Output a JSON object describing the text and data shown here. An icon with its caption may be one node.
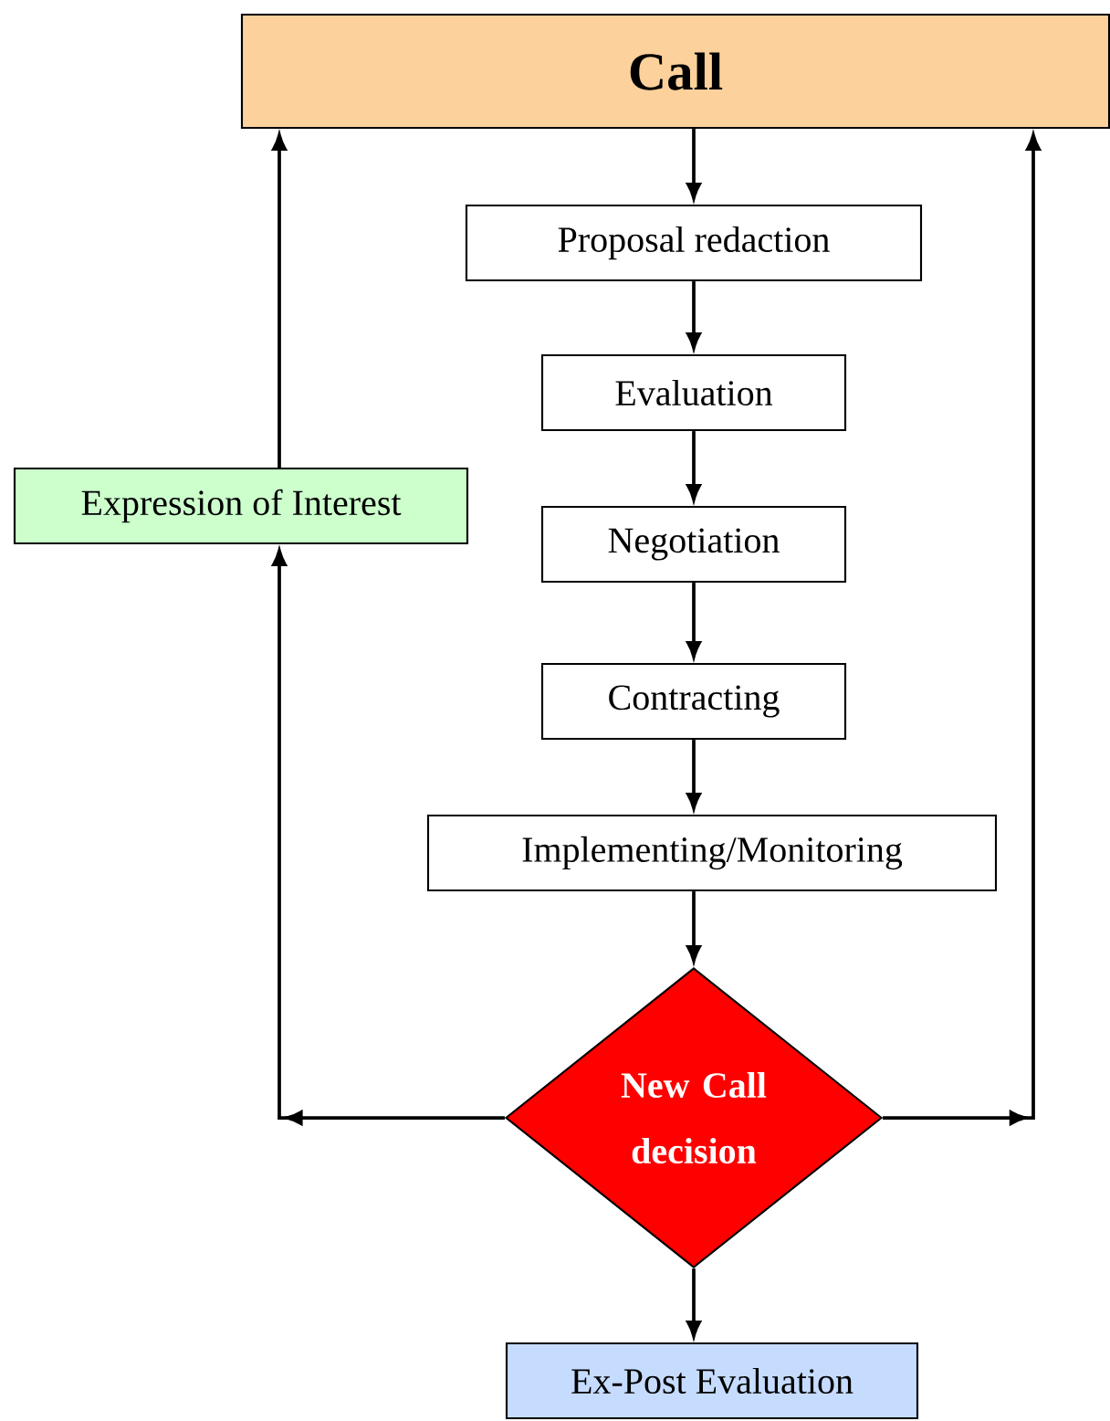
{
  "diagram": {
    "nodes": [
      {
        "text": [
          "Call"
        ]
      },
      {
        "text": [
          "Proposal redaction"
        ]
      },
      {
        "text": [
          "Evaluation"
        ]
      },
      {
        "text": [
          "Expression of Interest"
        ]
      },
      {
        "text": [
          "Negotiation"
        ]
      },
      {
        "text": [
          "Contracting"
        ]
      },
      {
        "text": [
          "Implementing/Monitoring"
        ]
      },
      {
        "text": [
          "New Call decision"
        ]
      },
      {
        "text": [
          "Ex-Post Evaluation"
        ]
      }
    ],
    "edges": [
      {
        "from": 0,
        "to": 1,
        "arrow": "to"
      },
      {
        "from": 1,
        "to": 2,
        "arrow": "to"
      },
      {
        "from": 2,
        "to": 4,
        "arrow": "to"
      },
      {
        "from": 4,
        "to": 5,
        "arrow": "to"
      },
      {
        "from": 5,
        "to": 6,
        "arrow": "to"
      },
      {
        "from": 6,
        "to": 7,
        "arrow": "to"
      },
      {
        "from": 7,
        "to": 8,
        "arrow": "to"
      },
      {
        "from": 7,
        "to": 3,
        "arrow": "to"
      },
      {
        "from": 3,
        "to": 0,
        "arrow": "to"
      },
      {
        "from": 7,
        "to": 0,
        "arrow": "to"
      }
    ]
  }
}
